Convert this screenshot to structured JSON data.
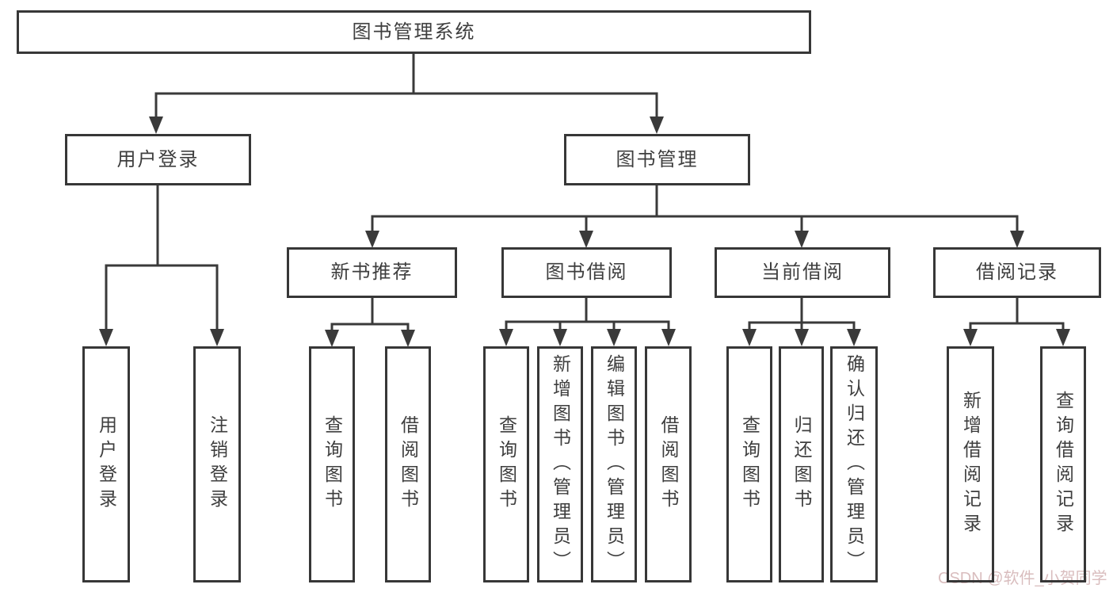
{
  "tree": {
    "root": {
      "label": "图书管理系统"
    },
    "branches": [
      {
        "label": "用户登录",
        "children": [
          {
            "label": "用户登录"
          },
          {
            "label": "注销登录"
          }
        ]
      },
      {
        "label": "图书管理",
        "children": [
          {
            "label": "新书推荐",
            "children": [
              {
                "label": "查询图书"
              },
              {
                "label": "借阅图书"
              }
            ]
          },
          {
            "label": "图书借阅",
            "children": [
              {
                "label": "查询图书"
              },
              {
                "label": "新增图书（管理员）"
              },
              {
                "label": "编辑图书（管理员）"
              },
              {
                "label": "借阅图书"
              }
            ]
          },
          {
            "label": "当前借阅",
            "children": [
              {
                "label": "查询图书"
              },
              {
                "label": "归还图书"
              },
              {
                "label": "确认归还（管理员）"
              }
            ]
          },
          {
            "label": "借阅记录",
            "children": [
              {
                "label": "新增借阅记录"
              },
              {
                "label": "查询借阅记录"
              }
            ]
          }
        ]
      }
    ]
  },
  "watermark": {
    "text": "CSDN @软件_小贺同学"
  },
  "colors": {
    "line": "#3a3a3a",
    "node_border": "#373737",
    "text": "#3e3e3e",
    "background": "#ffffff",
    "watermark": "#d9bdbe"
  }
}
